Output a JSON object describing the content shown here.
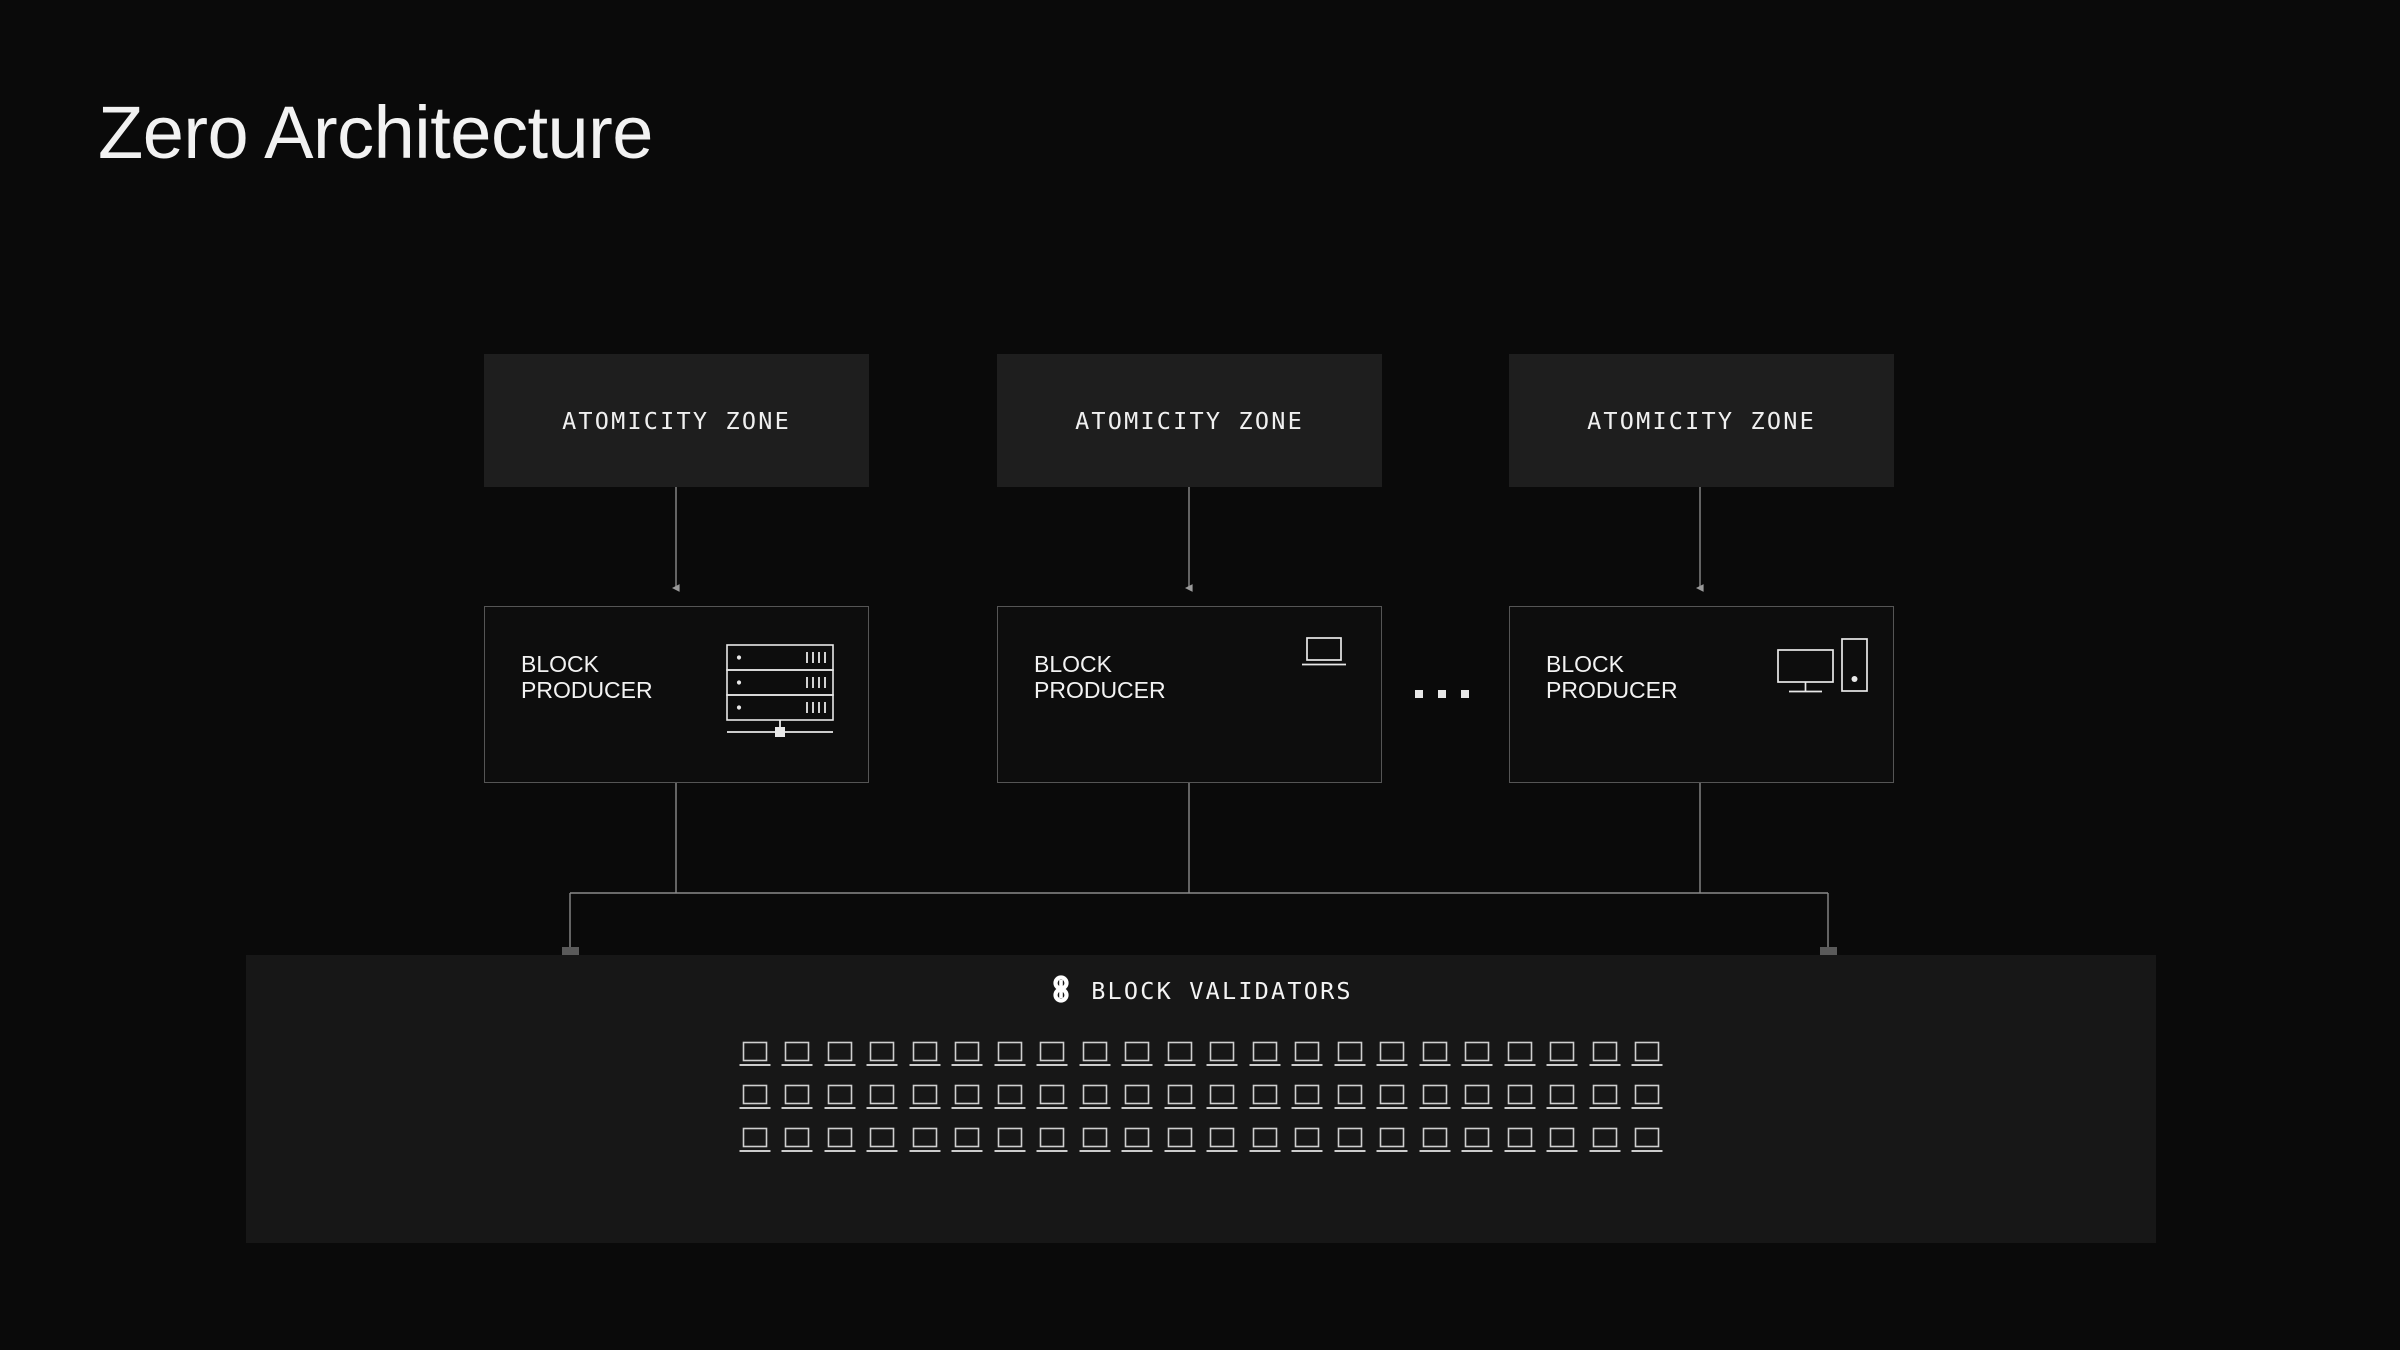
{
  "page": {
    "title": "Zero Architecture",
    "background_color": "#0a0a0a",
    "text_color": "#f2f2f2",
    "line_color": "#8a8a8a"
  },
  "diagram": {
    "zones": [
      {
        "label": "ATOMICITY ZONE",
        "icon": "atomicity-zone"
      },
      {
        "label": "ATOMICITY ZONE",
        "icon": "atomicity-zone"
      },
      {
        "label": "ATOMICITY ZONE",
        "icon": "atomicity-zone"
      }
    ],
    "producers": [
      {
        "label": "BLOCK\nPRODUCER",
        "icon": "server-rack-icon"
      },
      {
        "label": "BLOCK\nPRODUCER",
        "icon": "laptop-icon"
      },
      {
        "label": "BLOCK\nPRODUCER",
        "icon": "desktop-computer-icon"
      }
    ],
    "ellipsis": "...",
    "validators": {
      "title": "BLOCK VALIDATORS",
      "brand_icon": "zero-logo-icon",
      "node_icon": "laptop-icon",
      "rows": 3,
      "columns": 22
    },
    "connector_nodes": 2
  }
}
